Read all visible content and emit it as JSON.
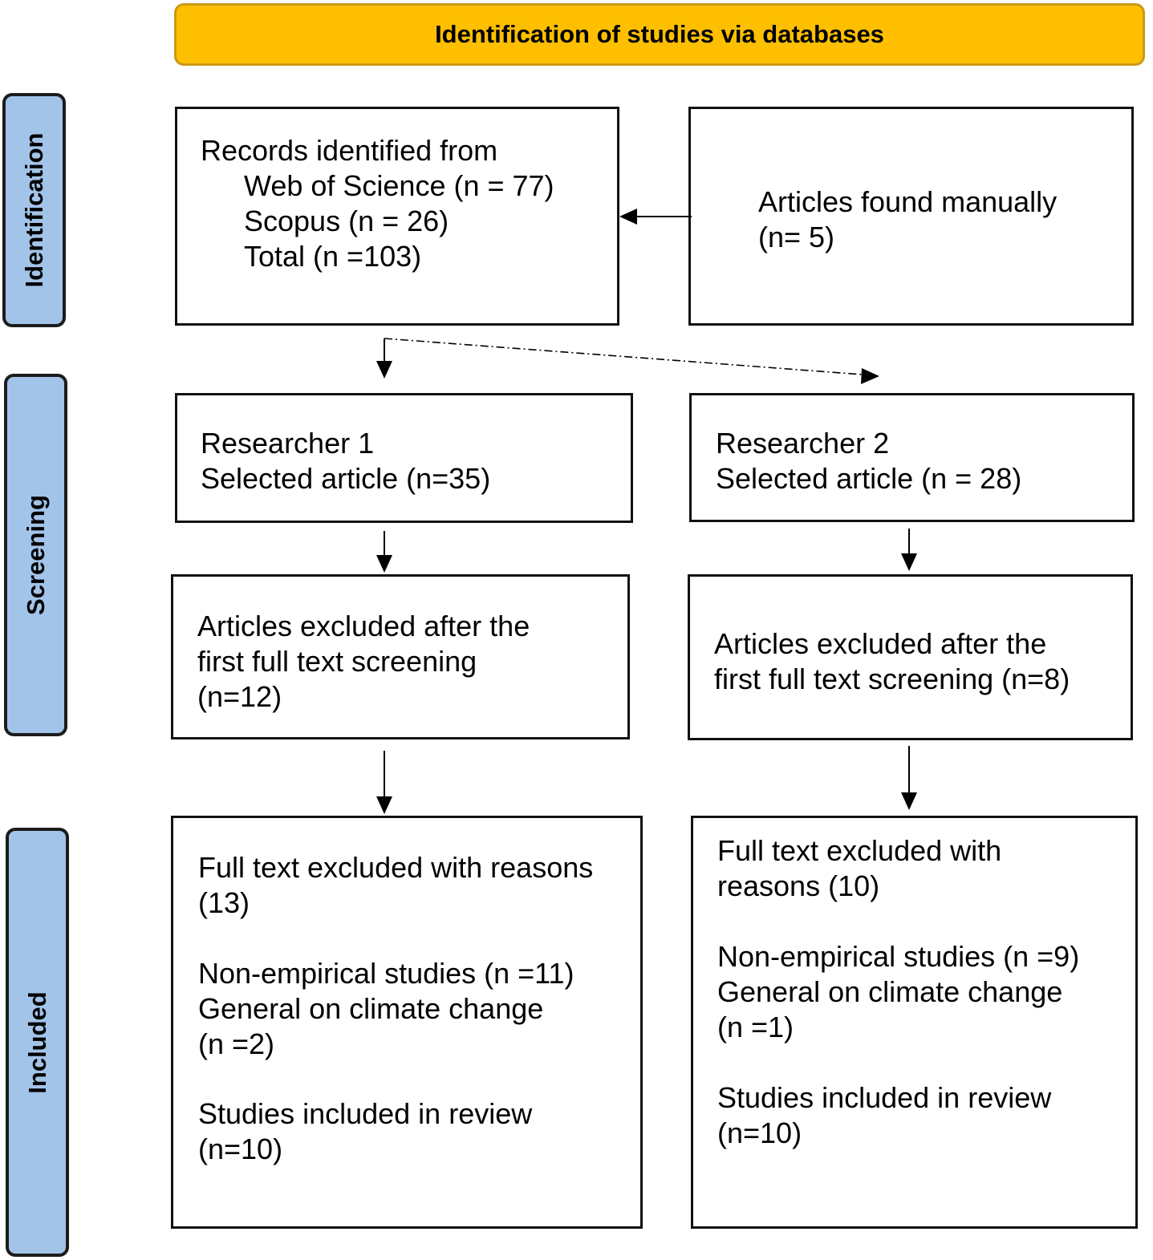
{
  "header": {
    "title": "Identification of studies via databases"
  },
  "phases": {
    "identification": "Identification",
    "screening": "Screening",
    "included": "Included"
  },
  "records_box": {
    "line1": "Records identified from",
    "line2": "Web of Science (n = 77)",
    "line3": "Scopus (n = 26)",
    "line4": "Total (n =103)"
  },
  "manual_box": {
    "line1": "Articles found manually",
    "line2": "(n= 5)"
  },
  "researcher1_box": {
    "line1": "Researcher 1",
    "line2": "Selected article (n=35)"
  },
  "researcher2_box": {
    "line1": "Researcher 2",
    "line2": "Selected article (n = 28)"
  },
  "excluded1_box": {
    "line1": "Articles excluded after the",
    "line2": "first full text screening",
    "line3": "(n=12)"
  },
  "excluded2_box": {
    "line1": "Articles excluded after the",
    "line2": "first full text screening (n=8)"
  },
  "included1_box": {
    "line1": "Full text excluded with reasons",
    "line2": "(13)",
    "line3": "Non-empirical studies (n =11)",
    "line4": "General on climate change",
    "line5": "(n =2)",
    "line6": "Studies included in review",
    "line7": "(n=10)"
  },
  "included2_box": {
    "line1": "Full text excluded with",
    "line2": "reasons (10)",
    "line3": "Non-empirical studies (n =9)",
    "line4": "General on climate change",
    "line5": "(n =1)",
    "line6": "Studies included in review",
    "line7": "(n=10)"
  }
}
